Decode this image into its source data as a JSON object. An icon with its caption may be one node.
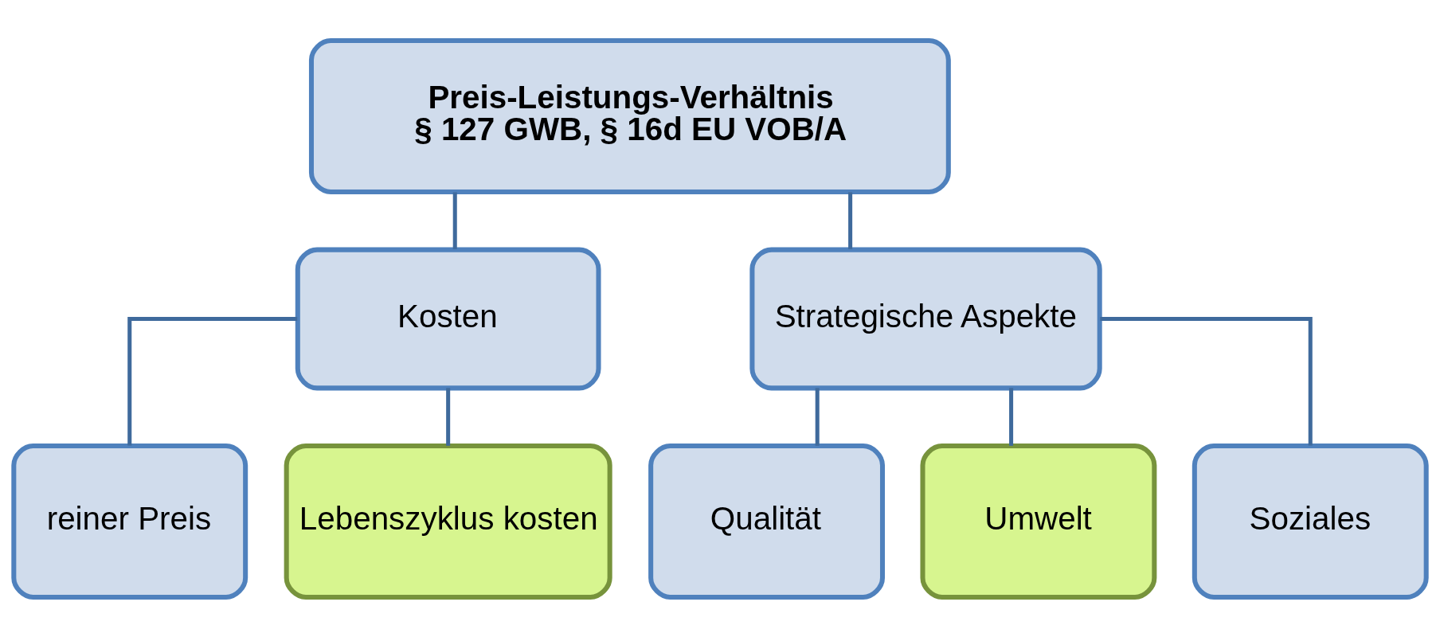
{
  "diagram": {
    "nodes": [
      {
        "text": [
          "Preis-Leistungs-Verhältnis",
          "§ 127 GWB, § 16d EU VOB/A"
        ]
      },
      {
        "text": [
          "Kosten"
        ]
      },
      {
        "text": [
          "Strategische Aspekte"
        ]
      },
      {
        "text": [
          "reiner Preis"
        ]
      },
      {
        "text": [
          "Lebenszyklus kosten"
        ]
      },
      {
        "text": [
          "Qualität"
        ]
      },
      {
        "text": [
          "Umwelt"
        ]
      },
      {
        "text": [
          "Soziales"
        ]
      }
    ],
    "edges": [
      {
        "from": 0,
        "to": 1,
        "arrow": "none"
      },
      {
        "from": 0,
        "to": 2,
        "arrow": "none"
      },
      {
        "from": 1,
        "to": 3,
        "arrow": "none"
      },
      {
        "from": 1,
        "to": 4,
        "arrow": "none"
      },
      {
        "from": 2,
        "to": 5,
        "arrow": "none"
      },
      {
        "from": 2,
        "to": 6,
        "arrow": "none"
      },
      {
        "from": 2,
        "to": 7,
        "arrow": "none"
      }
    ]
  }
}
